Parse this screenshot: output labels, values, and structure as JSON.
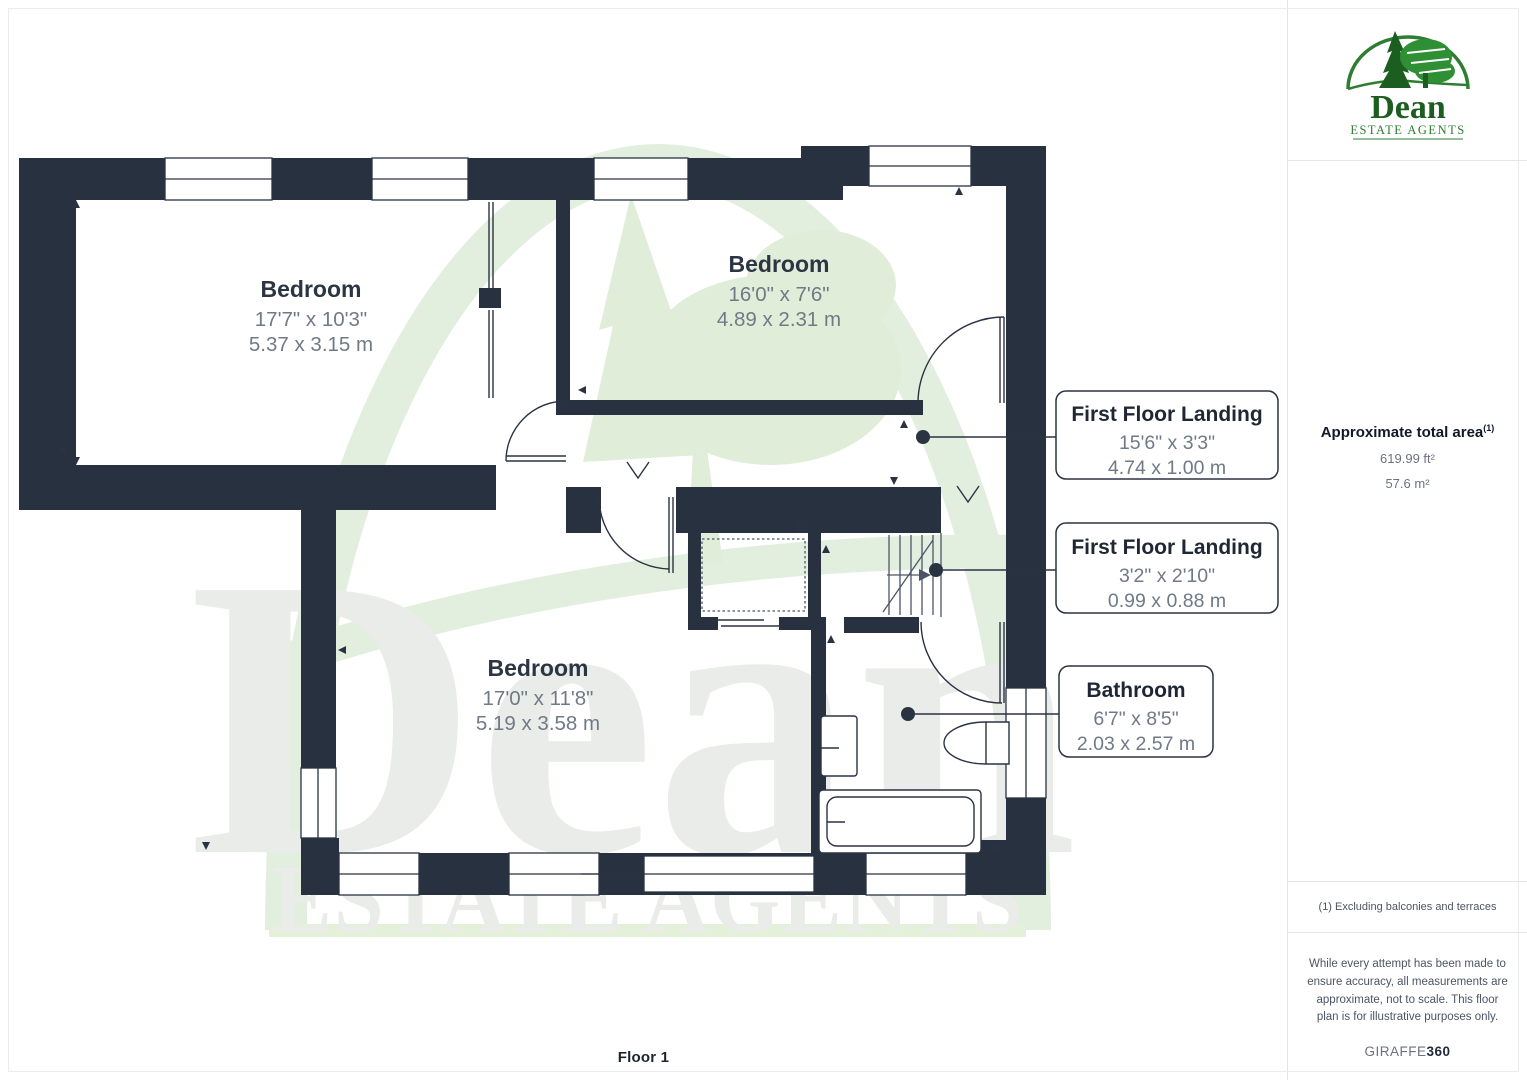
{
  "floorplan": {
    "floor_label": "Floor 1",
    "rooms": [
      {
        "name": "Bedroom",
        "imperial": "17'7\" x 10'3\"",
        "metric": "5.37 x 3.15 m"
      },
      {
        "name": "Bedroom",
        "imperial": "16'0\" x 7'6\"",
        "metric": "4.89 x 2.31 m"
      },
      {
        "name": "Bedroom",
        "imperial": "17'0\" x 11'8\"",
        "metric": "5.19 x 3.58 m"
      }
    ],
    "callouts": [
      {
        "name": "First Floor Landing",
        "imperial": "15'6\" x 3'3\"",
        "metric": "4.74 x 1.00 m"
      },
      {
        "name": "First Floor Landing",
        "imperial": "3'2\" x 2'10\"",
        "metric": "0.99 x 0.88 m"
      },
      {
        "name": "Bathroom",
        "imperial": "6'7\" x 8'5\"",
        "metric": "2.03 x 2.57 m"
      }
    ],
    "watermark": {
      "name": "Dean",
      "tagline": "ESTATE AGENTS"
    }
  },
  "sidebar": {
    "logo": {
      "name": "Dean",
      "tagline": "ESTATE AGENTS"
    },
    "area": {
      "title": "Approximate total area",
      "footnote_marker": "(1)",
      "imperial": "619.99 ft²",
      "metric": "57.6 m²"
    },
    "footnote": "(1) Excluding balconies and terraces",
    "disclaimer": "While every attempt has been made to ensure accuracy, all measurements are approximate, not to scale. This floor plan is for illustrative purposes only.",
    "brand": {
      "name": "GIRAFFE",
      "suffix": "360"
    }
  },
  "colors": {
    "wall": "#27313f",
    "line": "#2a3342",
    "room_title": "#2b3544",
    "dim_text": "#707a87",
    "logo_green": "#2e7d32",
    "logo_dark_green": "#1b5e20",
    "watermark_gray": "#e9ece9",
    "watermark_green": "#e3efde",
    "watermark_bar_green": "#e4f0da"
  }
}
